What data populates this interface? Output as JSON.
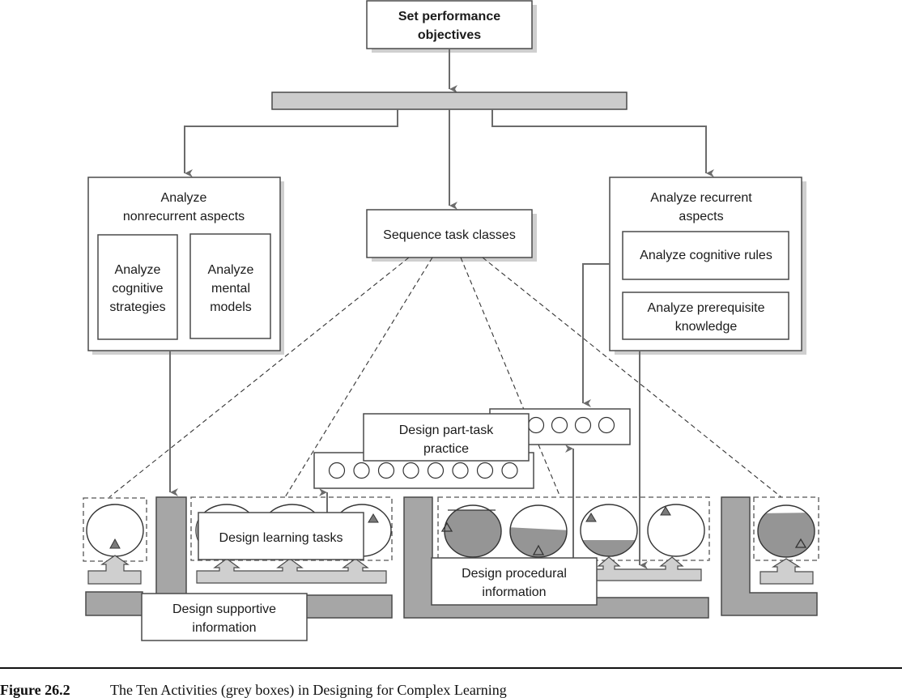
{
  "figure": {
    "top_box": [
      "Set performance",
      "objectives"
    ],
    "nonrecurrent": {
      "title": [
        "Analyze",
        "nonrecurrent aspects"
      ],
      "sub_left": [
        "Analyze",
        "cognitive",
        "strategies"
      ],
      "sub_right": [
        "Analyze",
        "mental",
        "models"
      ]
    },
    "sequence": "Sequence task classes",
    "recurrent": {
      "title": [
        "Analyze recurrent",
        "aspects"
      ],
      "sub_top": "Analyze cognitive rules",
      "sub_bottom": [
        "Analyze prerequisite",
        "knowledge"
      ]
    },
    "part_task": [
      "Design part-task",
      "practice"
    ],
    "learning_tasks": "Design learning tasks",
    "supportive": [
      "Design supportive",
      "information"
    ],
    "procedural": [
      "Design procedural",
      "information"
    ],
    "part_task_rows": {
      "lower_circles": 8,
      "upper_circles": 4
    }
  },
  "caption": {
    "number": "Figure 26.2",
    "text": "The Ten Activities (grey boxes) in Designing for Complex Learning"
  }
}
